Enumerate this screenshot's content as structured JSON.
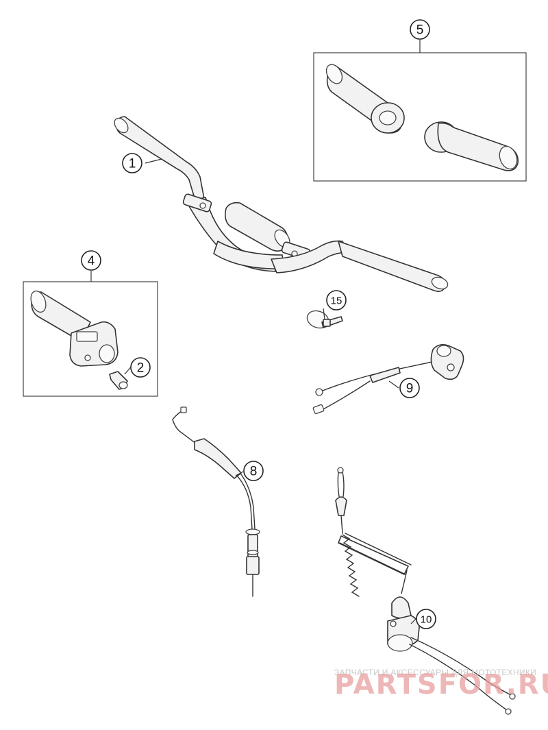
{
  "callouts": {
    "c1": "1",
    "c2": "2",
    "c4": "4",
    "c5": "5",
    "c8": "8",
    "c9": "9",
    "c10": "10",
    "c15": "15"
  },
  "watermark": {
    "line": "ЗАПЧАСТИ И АКСЕССУАРЫ ДЛЯ МОТОТЕХНИКИ",
    "logo": "PARTSFOR.RU",
    "logo_color": "#e9a0a0"
  }
}
